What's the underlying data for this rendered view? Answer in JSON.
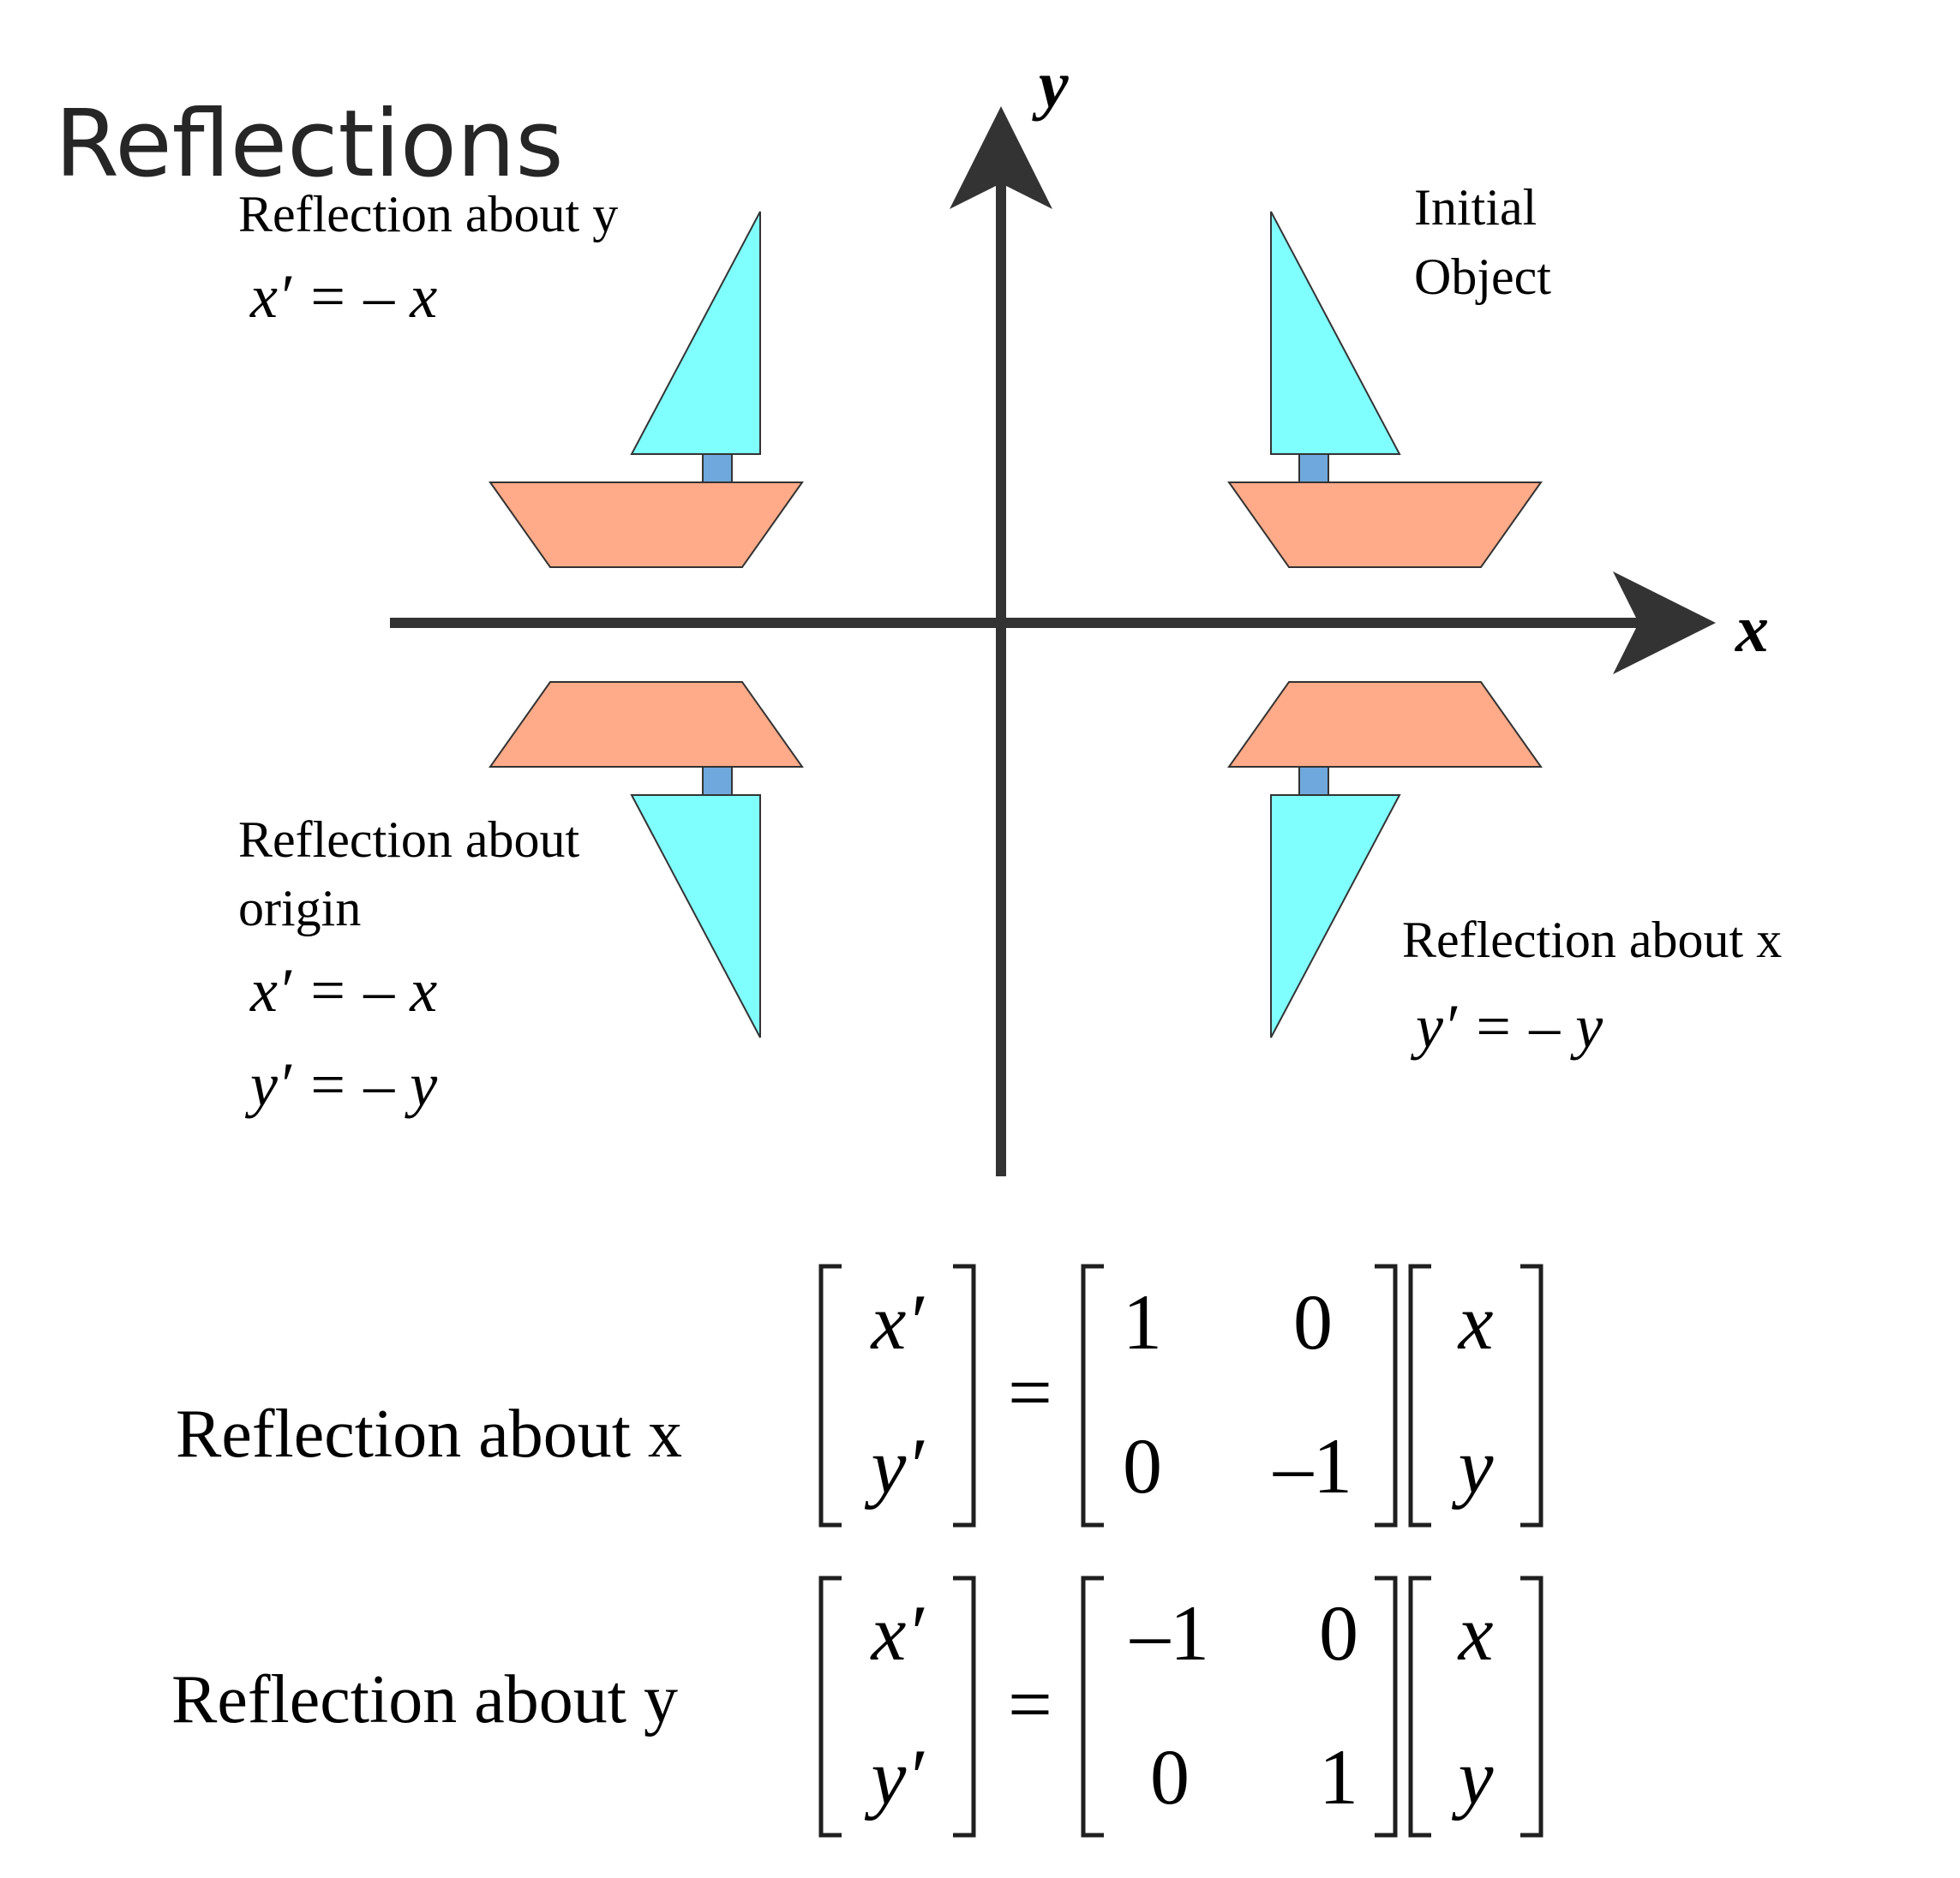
{
  "title": "Reflections",
  "axes": {
    "x_label": "x",
    "y_label": "y"
  },
  "quadrants": {
    "initial": {
      "line1": "Initial",
      "line2": "Object"
    },
    "about_y": {
      "heading": "Reflection about y",
      "eq1": "x′ = – x"
    },
    "about_origin": {
      "heading_line1": "Reflection about",
      "heading_line2": "origin",
      "eq1": "x′ = – x",
      "eq2": "y′ = – y"
    },
    "about_x": {
      "heading": "Reflection about x",
      "eq1": "y′ = – y"
    }
  },
  "matrices": {
    "about_x": {
      "label": "Reflection about x",
      "lhs": [
        "x′",
        "y′"
      ],
      "equals": "=",
      "m": [
        "1",
        "0",
        "0",
        "–1"
      ],
      "rhs": [
        "x",
        "y"
      ]
    },
    "about_y": {
      "label": "Reflection about y",
      "lhs": [
        "x′",
        "y′"
      ],
      "equals": "=",
      "m": [
        "–1",
        "0",
        "0",
        "1"
      ],
      "rhs": [
        "x",
        "y"
      ]
    }
  },
  "colors": {
    "axis": "#333333",
    "sail": "#80FFFF",
    "mast": "#6FA8DC",
    "hull": "#FFAA88",
    "outline": "#333333"
  }
}
